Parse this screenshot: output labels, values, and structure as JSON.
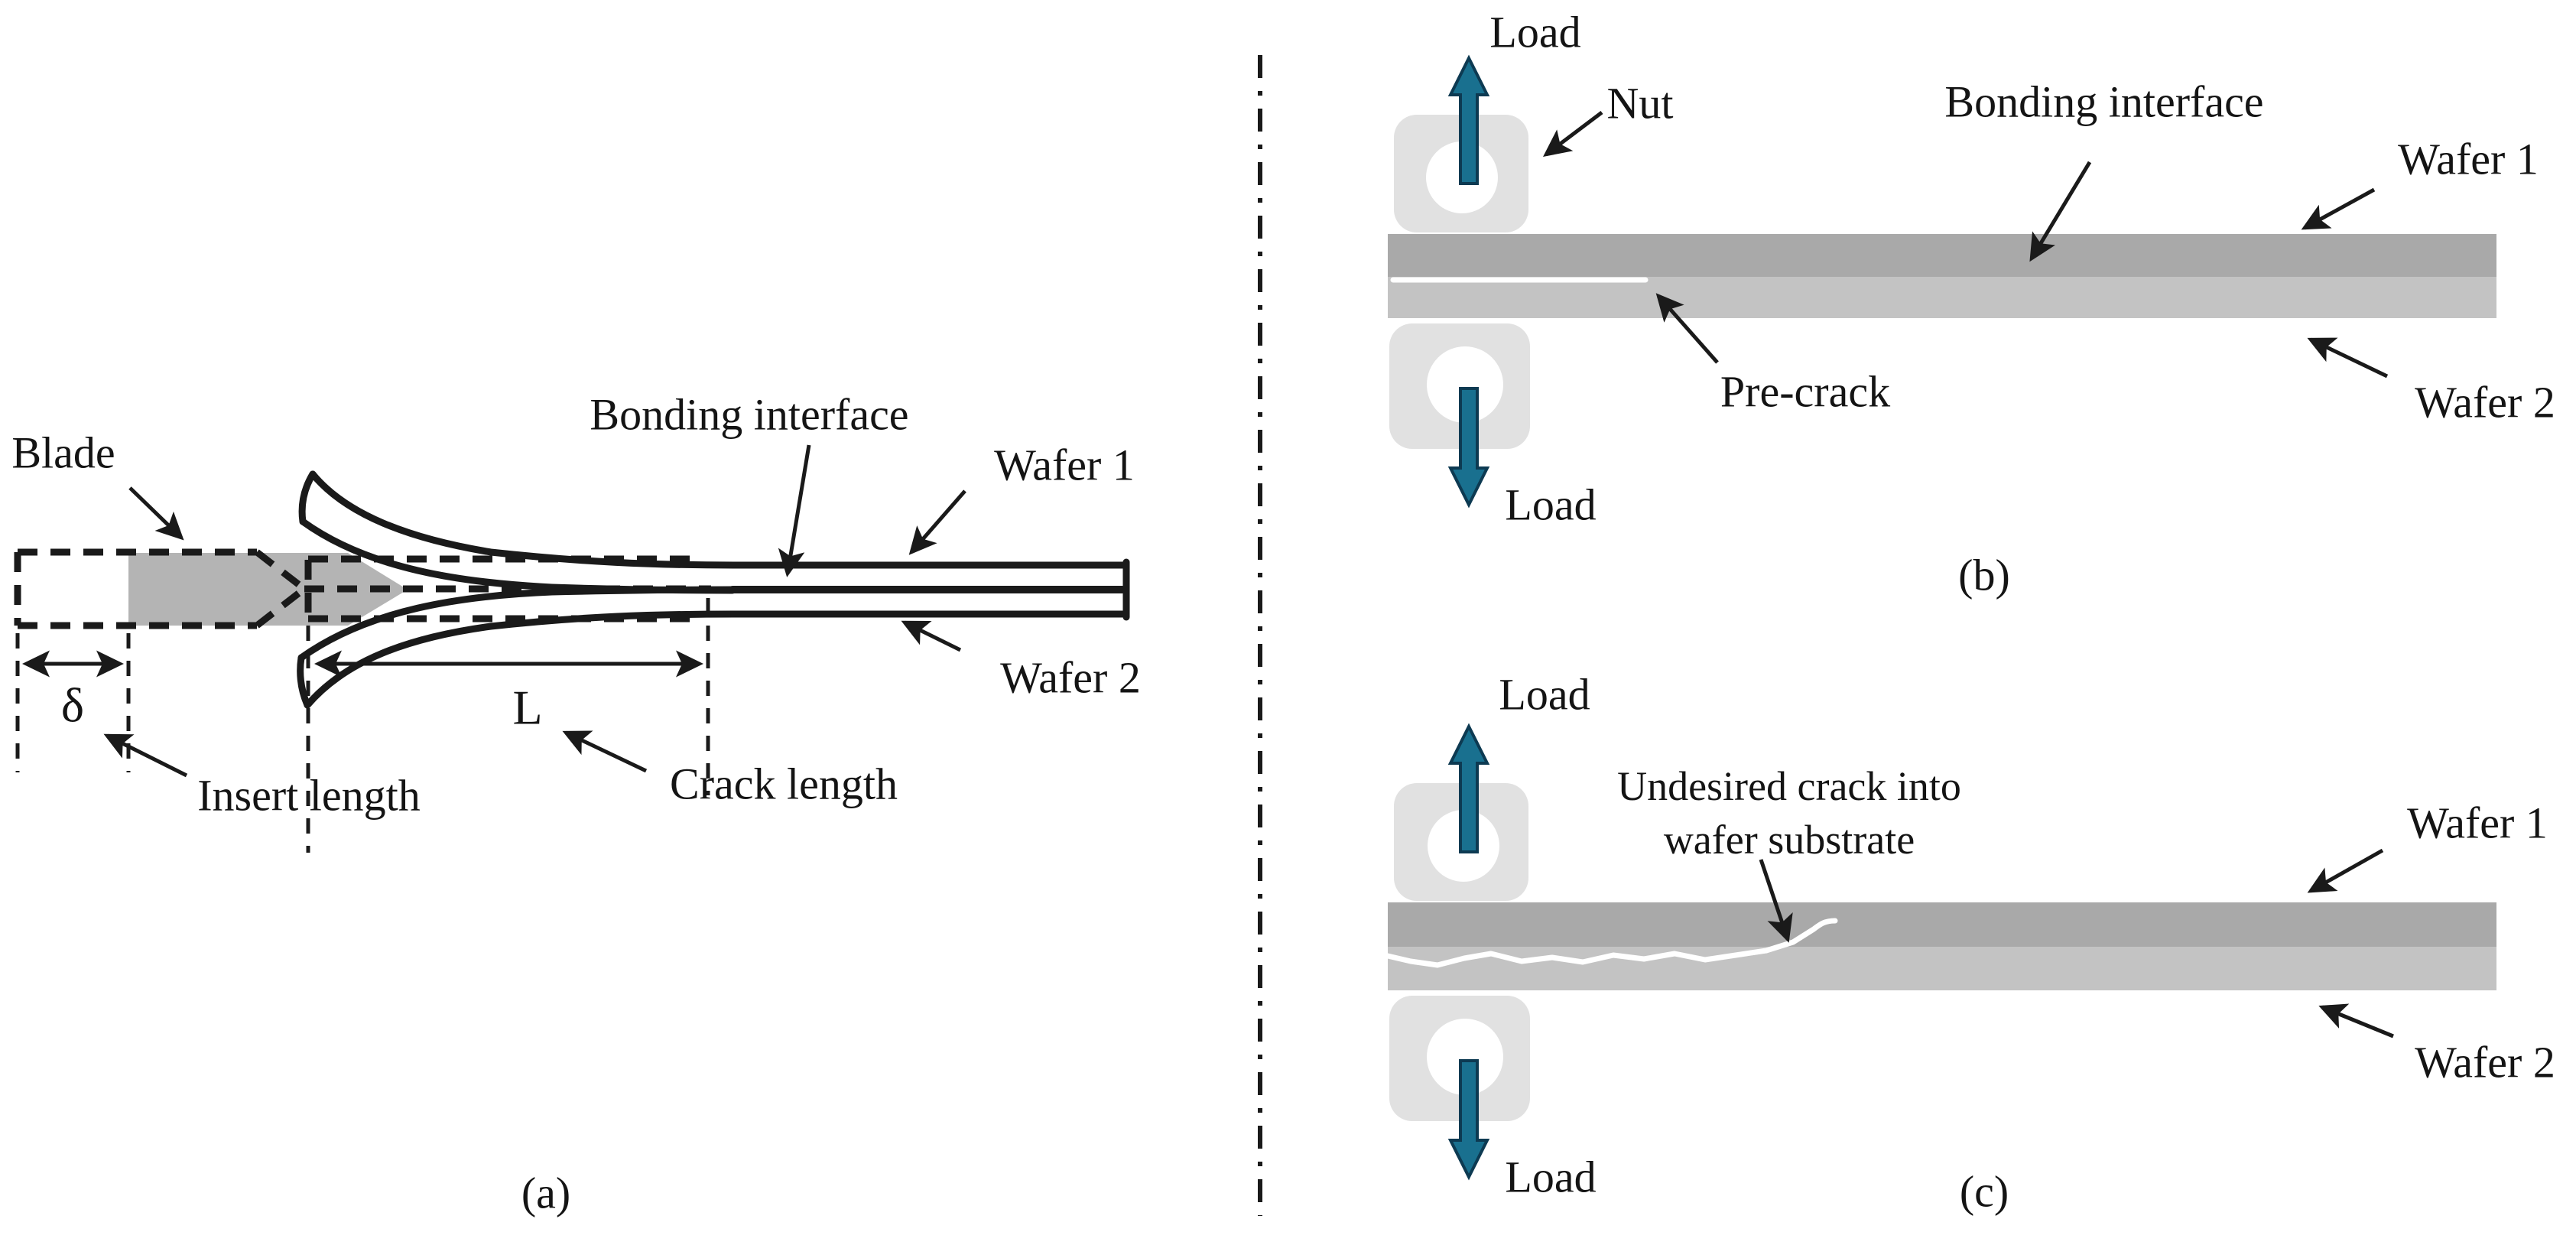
{
  "colors": {
    "ink": "#1a1a1a",
    "teal_arrow_fill": "#19708f",
    "teal_arrow_stroke": "#0d3a52",
    "nut_gray": "#e1e1e1",
    "wafer_dark_gray": "#a9a9a9",
    "wafer_light_gray": "#c3c3c3",
    "blade_gray": "#b4b4b4",
    "crack_white": "#ffffff",
    "hole_white": "#ffffff"
  },
  "panel_a": {
    "caption": "(a)",
    "labels": {
      "blade": "Blade",
      "bonding_interface": "Bonding interface",
      "wafer1": "Wafer 1",
      "wafer2": "Wafer 2",
      "delta": "δ",
      "length_symbol": "L",
      "insert_length": "Insert length",
      "crack_length": "Crack length"
    }
  },
  "panel_b": {
    "caption": "(b)",
    "labels": {
      "load_top": "Load",
      "nut": "Nut",
      "bonding_interface": "Bonding interface",
      "wafer1": "Wafer 1",
      "precrack": "Pre-crack",
      "wafer2": "Wafer 2",
      "load_bottom": "Load"
    }
  },
  "panel_c": {
    "caption": "(c)",
    "labels": {
      "load_top": "Load",
      "undesired_line1": "Undesired crack into",
      "undesired_line2": "wafer substrate",
      "wafer1": "Wafer 1",
      "wafer2": "Wafer 2",
      "load_bottom": "Load"
    }
  }
}
